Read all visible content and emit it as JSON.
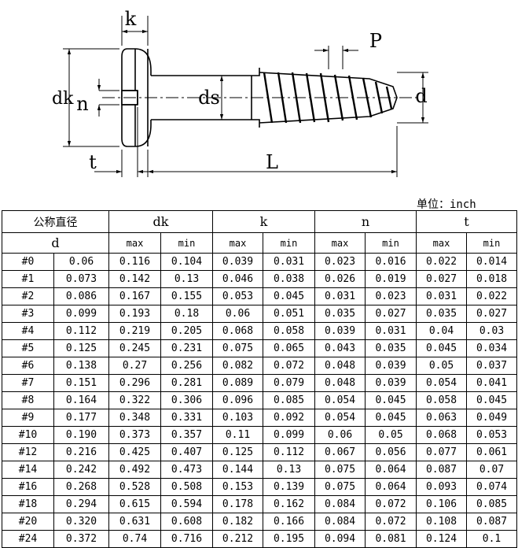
{
  "drawing": {
    "labels": {
      "k": "k",
      "P": "P",
      "dk": "dk",
      "n": "n",
      "ds": "ds",
      "d": "d",
      "t": "t",
      "L": "L"
    }
  },
  "unit": "单位：inch",
  "table": {
    "headers": {
      "nominal": "公称直径",
      "d": "d",
      "groups": [
        "dk",
        "k",
        "n",
        "t"
      ],
      "max": "max",
      "min": "min"
    },
    "rows": [
      [
        "#0",
        "0.06",
        "0.116",
        "0.104",
        "0.039",
        "0.031",
        "0.023",
        "0.016",
        "0.022",
        "0.014"
      ],
      [
        "#1",
        "0.073",
        "0.142",
        "0.13",
        "0.046",
        "0.038",
        "0.026",
        "0.019",
        "0.027",
        "0.018"
      ],
      [
        "#2",
        "0.086",
        "0.167",
        "0.155",
        "0.053",
        "0.045",
        "0.031",
        "0.023",
        "0.031",
        "0.022"
      ],
      [
        "#3",
        "0.099",
        "0.193",
        "0.18",
        "0.06",
        "0.051",
        "0.035",
        "0.027",
        "0.035",
        "0.027"
      ],
      [
        "#4",
        "0.112",
        "0.219",
        "0.205",
        "0.068",
        "0.058",
        "0.039",
        "0.031",
        "0.04",
        "0.03"
      ],
      [
        "#5",
        "0.125",
        "0.245",
        "0.231",
        "0.075",
        "0.065",
        "0.043",
        "0.035",
        "0.045",
        "0.034"
      ],
      [
        "#6",
        "0.138",
        "0.27",
        "0.256",
        "0.082",
        "0.072",
        "0.048",
        "0.039",
        "0.05",
        "0.037"
      ],
      [
        "#7",
        "0.151",
        "0.296",
        "0.281",
        "0.089",
        "0.079",
        "0.048",
        "0.039",
        "0.054",
        "0.041"
      ],
      [
        "#8",
        "0.164",
        "0.322",
        "0.306",
        "0.096",
        "0.085",
        "0.054",
        "0.045",
        "0.058",
        "0.045"
      ],
      [
        "#9",
        "0.177",
        "0.348",
        "0.331",
        "0.103",
        "0.092",
        "0.054",
        "0.045",
        "0.063",
        "0.049"
      ],
      [
        "#10",
        "0.190",
        "0.373",
        "0.357",
        "0.11",
        "0.099",
        "0.06",
        "0.05",
        "0.068",
        "0.053"
      ],
      [
        "#12",
        "0.216",
        "0.425",
        "0.407",
        "0.125",
        "0.112",
        "0.067",
        "0.056",
        "0.077",
        "0.061"
      ],
      [
        "#14",
        "0.242",
        "0.492",
        "0.473",
        "0.144",
        "0.13",
        "0.075",
        "0.064",
        "0.087",
        "0.07"
      ],
      [
        "#16",
        "0.268",
        "0.528",
        "0.508",
        "0.153",
        "0.139",
        "0.075",
        "0.064",
        "0.093",
        "0.074"
      ],
      [
        "#18",
        "0.294",
        "0.615",
        "0.594",
        "0.178",
        "0.162",
        "0.084",
        "0.072",
        "0.106",
        "0.085"
      ],
      [
        "#20",
        "0.320",
        "0.631",
        "0.608",
        "0.182",
        "0.166",
        "0.084",
        "0.072",
        "0.108",
        "0.087"
      ],
      [
        "#24",
        "0.372",
        "0.74",
        "0.716",
        "0.212",
        "0.195",
        "0.094",
        "0.081",
        "0.124",
        "0.1"
      ]
    ]
  }
}
